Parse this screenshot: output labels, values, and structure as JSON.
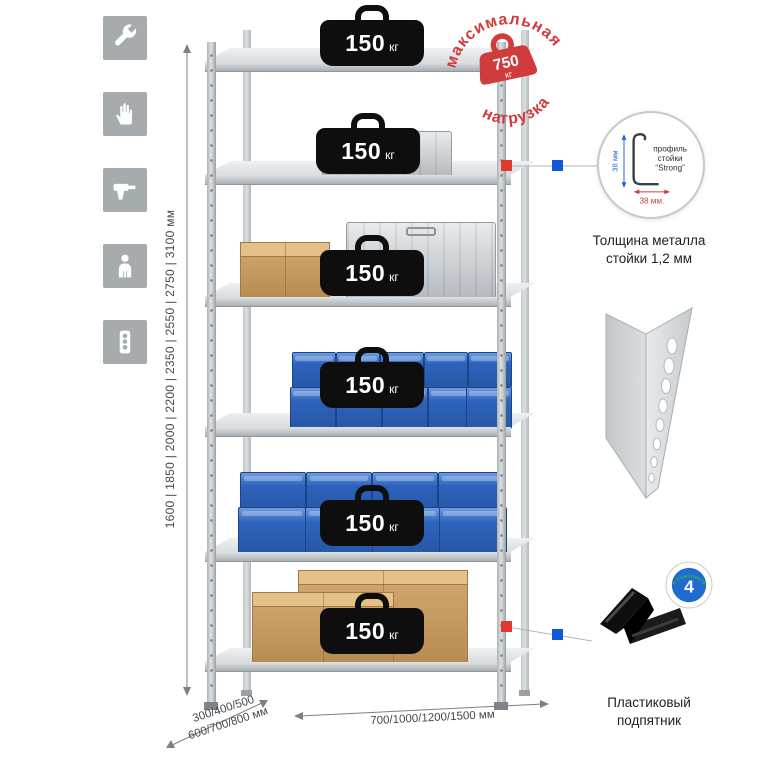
{
  "left_icons": [
    {
      "name": "wrench-icon"
    },
    {
      "name": "gloves-icon"
    },
    {
      "name": "drill-icon"
    },
    {
      "name": "person-icon"
    },
    {
      "name": "power-strip-icon"
    }
  ],
  "rack": {
    "shelf_count": 6,
    "shelf_load": {
      "value": "150",
      "unit": "кг"
    }
  },
  "max_load_stamp": {
    "arc_top": "максимальная",
    "arc_bottom": "нагрузка",
    "value": "750",
    "unit": "кг",
    "color": "#d23b3b"
  },
  "dimensions": {
    "heights": "1600 | 1850 | 2000 | 2200 | 2350 | 2550 | 2750 | 3100 мм",
    "depth_line1": "300/400/500",
    "depth_line2": "600/700/800 мм",
    "widths": "700/1000/1200/1500 мм"
  },
  "profile_annotation": {
    "label_line1": "профиль",
    "label_line2": "стойки",
    "label_line3": "“Strong”",
    "dim_vertical": "38 мм",
    "dim_horizontal": "38 мм.",
    "caption_line1": "Толщина металла",
    "caption_line2": "стойки 1,2 мм"
  },
  "foot_annotation": {
    "badge_value": "4",
    "badge_text": "в комплекте",
    "caption_line1": "Пластиковый",
    "caption_line2": "подпятник"
  },
  "colors": {
    "accent_red": "#e0392e",
    "accent_blue": "#1257d8",
    "metal": "#c6cacd"
  }
}
